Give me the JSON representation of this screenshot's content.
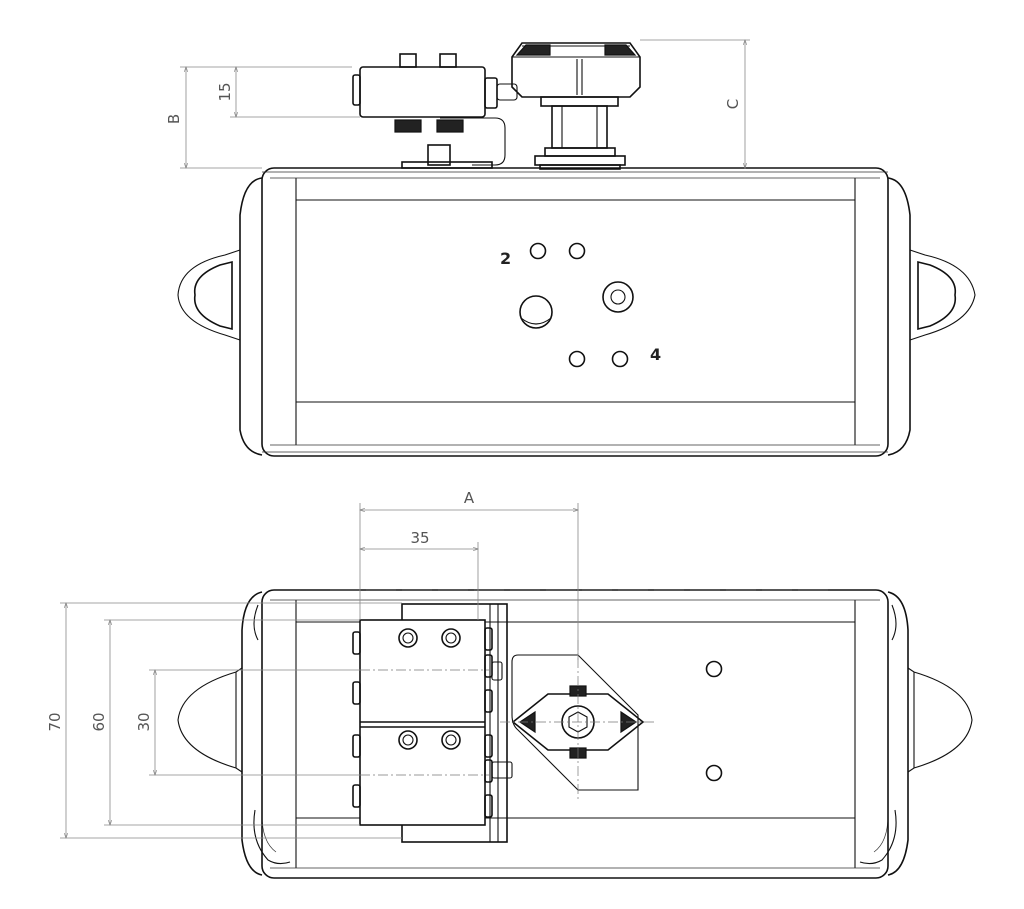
{
  "top_view": {
    "port_labels": [
      "2",
      "4"
    ],
    "dimensions": {
      "b": "B",
      "h15": "15",
      "c": "C"
    }
  },
  "bottom_view": {
    "dimensions": {
      "a": "A",
      "w35": "35",
      "h70": "70",
      "h60": "60",
      "h30": "30"
    }
  }
}
